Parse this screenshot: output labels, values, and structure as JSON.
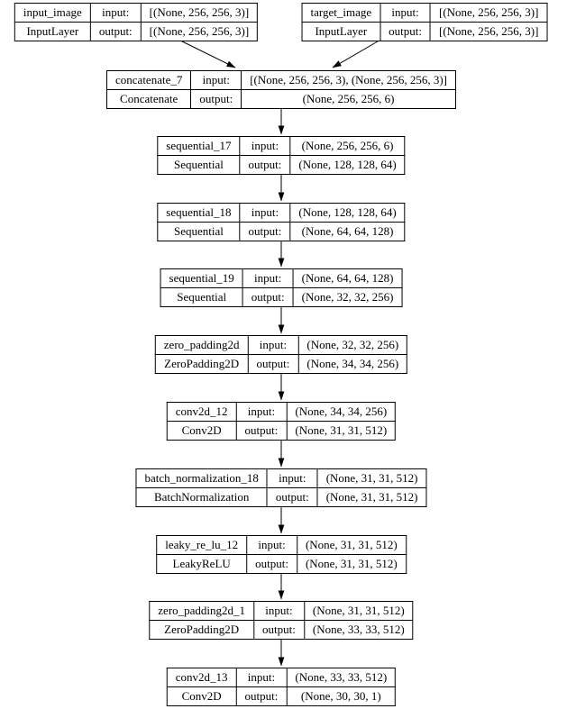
{
  "diagram": {
    "kind": "keras-model-architecture-plot",
    "background_color": "#ffffff",
    "line_color": "#000000",
    "io_labels": {
      "input": "input:",
      "output": "output:"
    },
    "nodes": [
      {
        "name": "input_image",
        "type": "InputLayer",
        "input": "[(None, 256, 256, 3)]",
        "output": "[(None, 256, 256, 3)]"
      },
      {
        "name": "target_image",
        "type": "InputLayer",
        "input": "[(None, 256, 256, 3)]",
        "output": "[(None, 256, 256, 3)]"
      },
      {
        "name": "concatenate_7",
        "type": "Concatenate",
        "input": "[(None, 256, 256, 3), (None, 256, 256, 3)]",
        "output": "(None, 256, 256, 6)"
      },
      {
        "name": "sequential_17",
        "type": "Sequential",
        "input": "(None, 256, 256, 6)",
        "output": "(None, 128, 128, 64)"
      },
      {
        "name": "sequential_18",
        "type": "Sequential",
        "input": "(None, 128, 128, 64)",
        "output": "(None, 64, 64, 128)"
      },
      {
        "name": "sequential_19",
        "type": "Sequential",
        "input": "(None, 64, 64, 128)",
        "output": "(None, 32, 32, 256)"
      },
      {
        "name": "zero_padding2d",
        "type": "ZeroPadding2D",
        "input": "(None, 32, 32, 256)",
        "output": "(None, 34, 34, 256)"
      },
      {
        "name": "conv2d_12",
        "type": "Conv2D",
        "input": "(None, 34, 34, 256)",
        "output": "(None, 31, 31, 512)"
      },
      {
        "name": "batch_normalization_18",
        "type": "BatchNormalization",
        "input": "(None, 31, 31, 512)",
        "output": "(None, 31, 31, 512)"
      },
      {
        "name": "leaky_re_lu_12",
        "type": "LeakyReLU",
        "input": "(None, 31, 31, 512)",
        "output": "(None, 31, 31, 512)"
      },
      {
        "name": "zero_padding2d_1",
        "type": "ZeroPadding2D",
        "input": "(None, 31, 31, 512)",
        "output": "(None, 33, 33, 512)"
      },
      {
        "name": "conv2d_13",
        "type": "Conv2D",
        "input": "(None, 33, 33, 512)",
        "output": "(None, 30, 30, 1)"
      }
    ]
  }
}
